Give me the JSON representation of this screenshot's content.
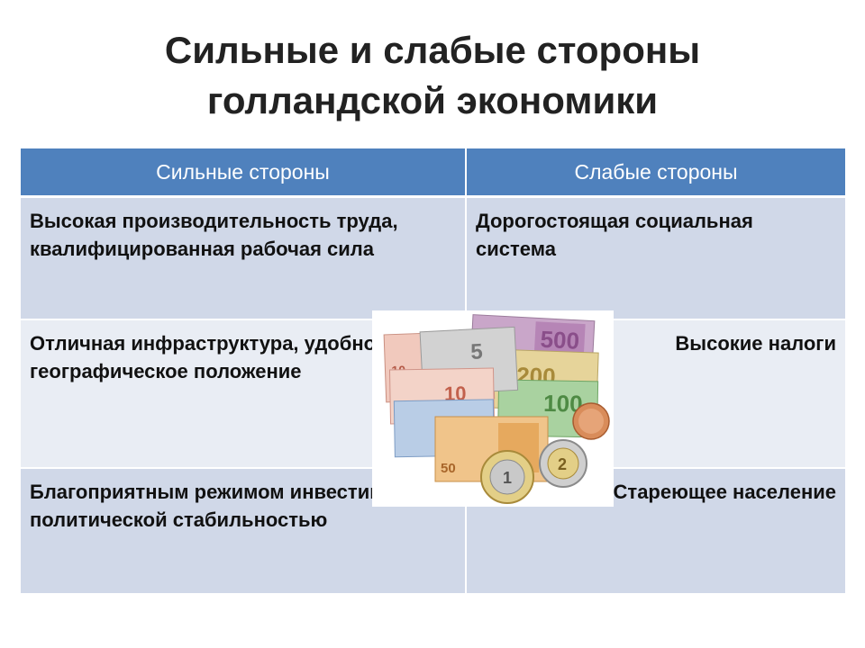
{
  "title": {
    "line1": "Сильные и слабые стороны",
    "line2": "голландской экономики"
  },
  "table": {
    "headers": [
      "Сильные стороны",
      "Слабые стороны"
    ],
    "rows": [
      [
        "Высокая производительность труда, квалифицированная рабочая сила",
        "Дорогостоящая социальная система"
      ],
      [
        "Отличная инфраструктура, удобное географическое положение",
        "Высокие налоги"
      ],
      [
        "Благоприятным режимом инвестиций и политической стабильностью",
        "Стареющее население"
      ]
    ]
  },
  "image": {
    "banknote_labels": [
      "500",
      "200",
      "100",
      "50",
      "20",
      "10",
      "5"
    ],
    "coin_labels": [
      "1",
      "2"
    ]
  },
  "colors": {
    "header": "#4f81bd",
    "row_dark": "#d0d8e8",
    "row_light": "#e9edf4"
  }
}
